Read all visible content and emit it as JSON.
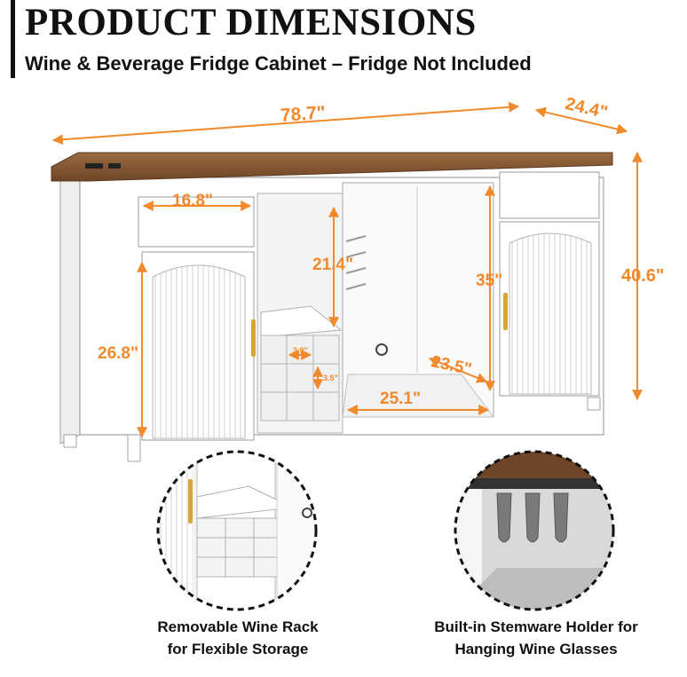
{
  "header": {
    "title": "PRODUCT DIMENSIONS",
    "subtitle": "Wine & Beverage Fridge Cabinet – Fridge Not Included"
  },
  "dimensions": {
    "width": "78.7\"",
    "depth": "24.4\"",
    "height": "40.6\"",
    "drawer_width": "16.8\"",
    "shelf_height": "21.4\"",
    "fridge_height": "35\"",
    "cabinet_height": "26.8\"",
    "cube_width": "3.9\"",
    "cube_height": "3.5\"",
    "fridge_depth": "23.5\"",
    "fridge_width": "25.1\""
  },
  "features": [
    {
      "line1": "Removable Wine Rack",
      "line2": "for Flexible Storage",
      "icon": "wine-rack"
    },
    {
      "line1": "Built-in Stemware Holder for",
      "line2": "Hanging Wine Glasses",
      "icon": "stemware-holder"
    }
  ],
  "colors": {
    "accent": "#f08a2c",
    "wood": "#8a5a34",
    "cabinet": "#ffffff",
    "outline": "#9a9a9a",
    "handle": "#d4a63a"
  }
}
